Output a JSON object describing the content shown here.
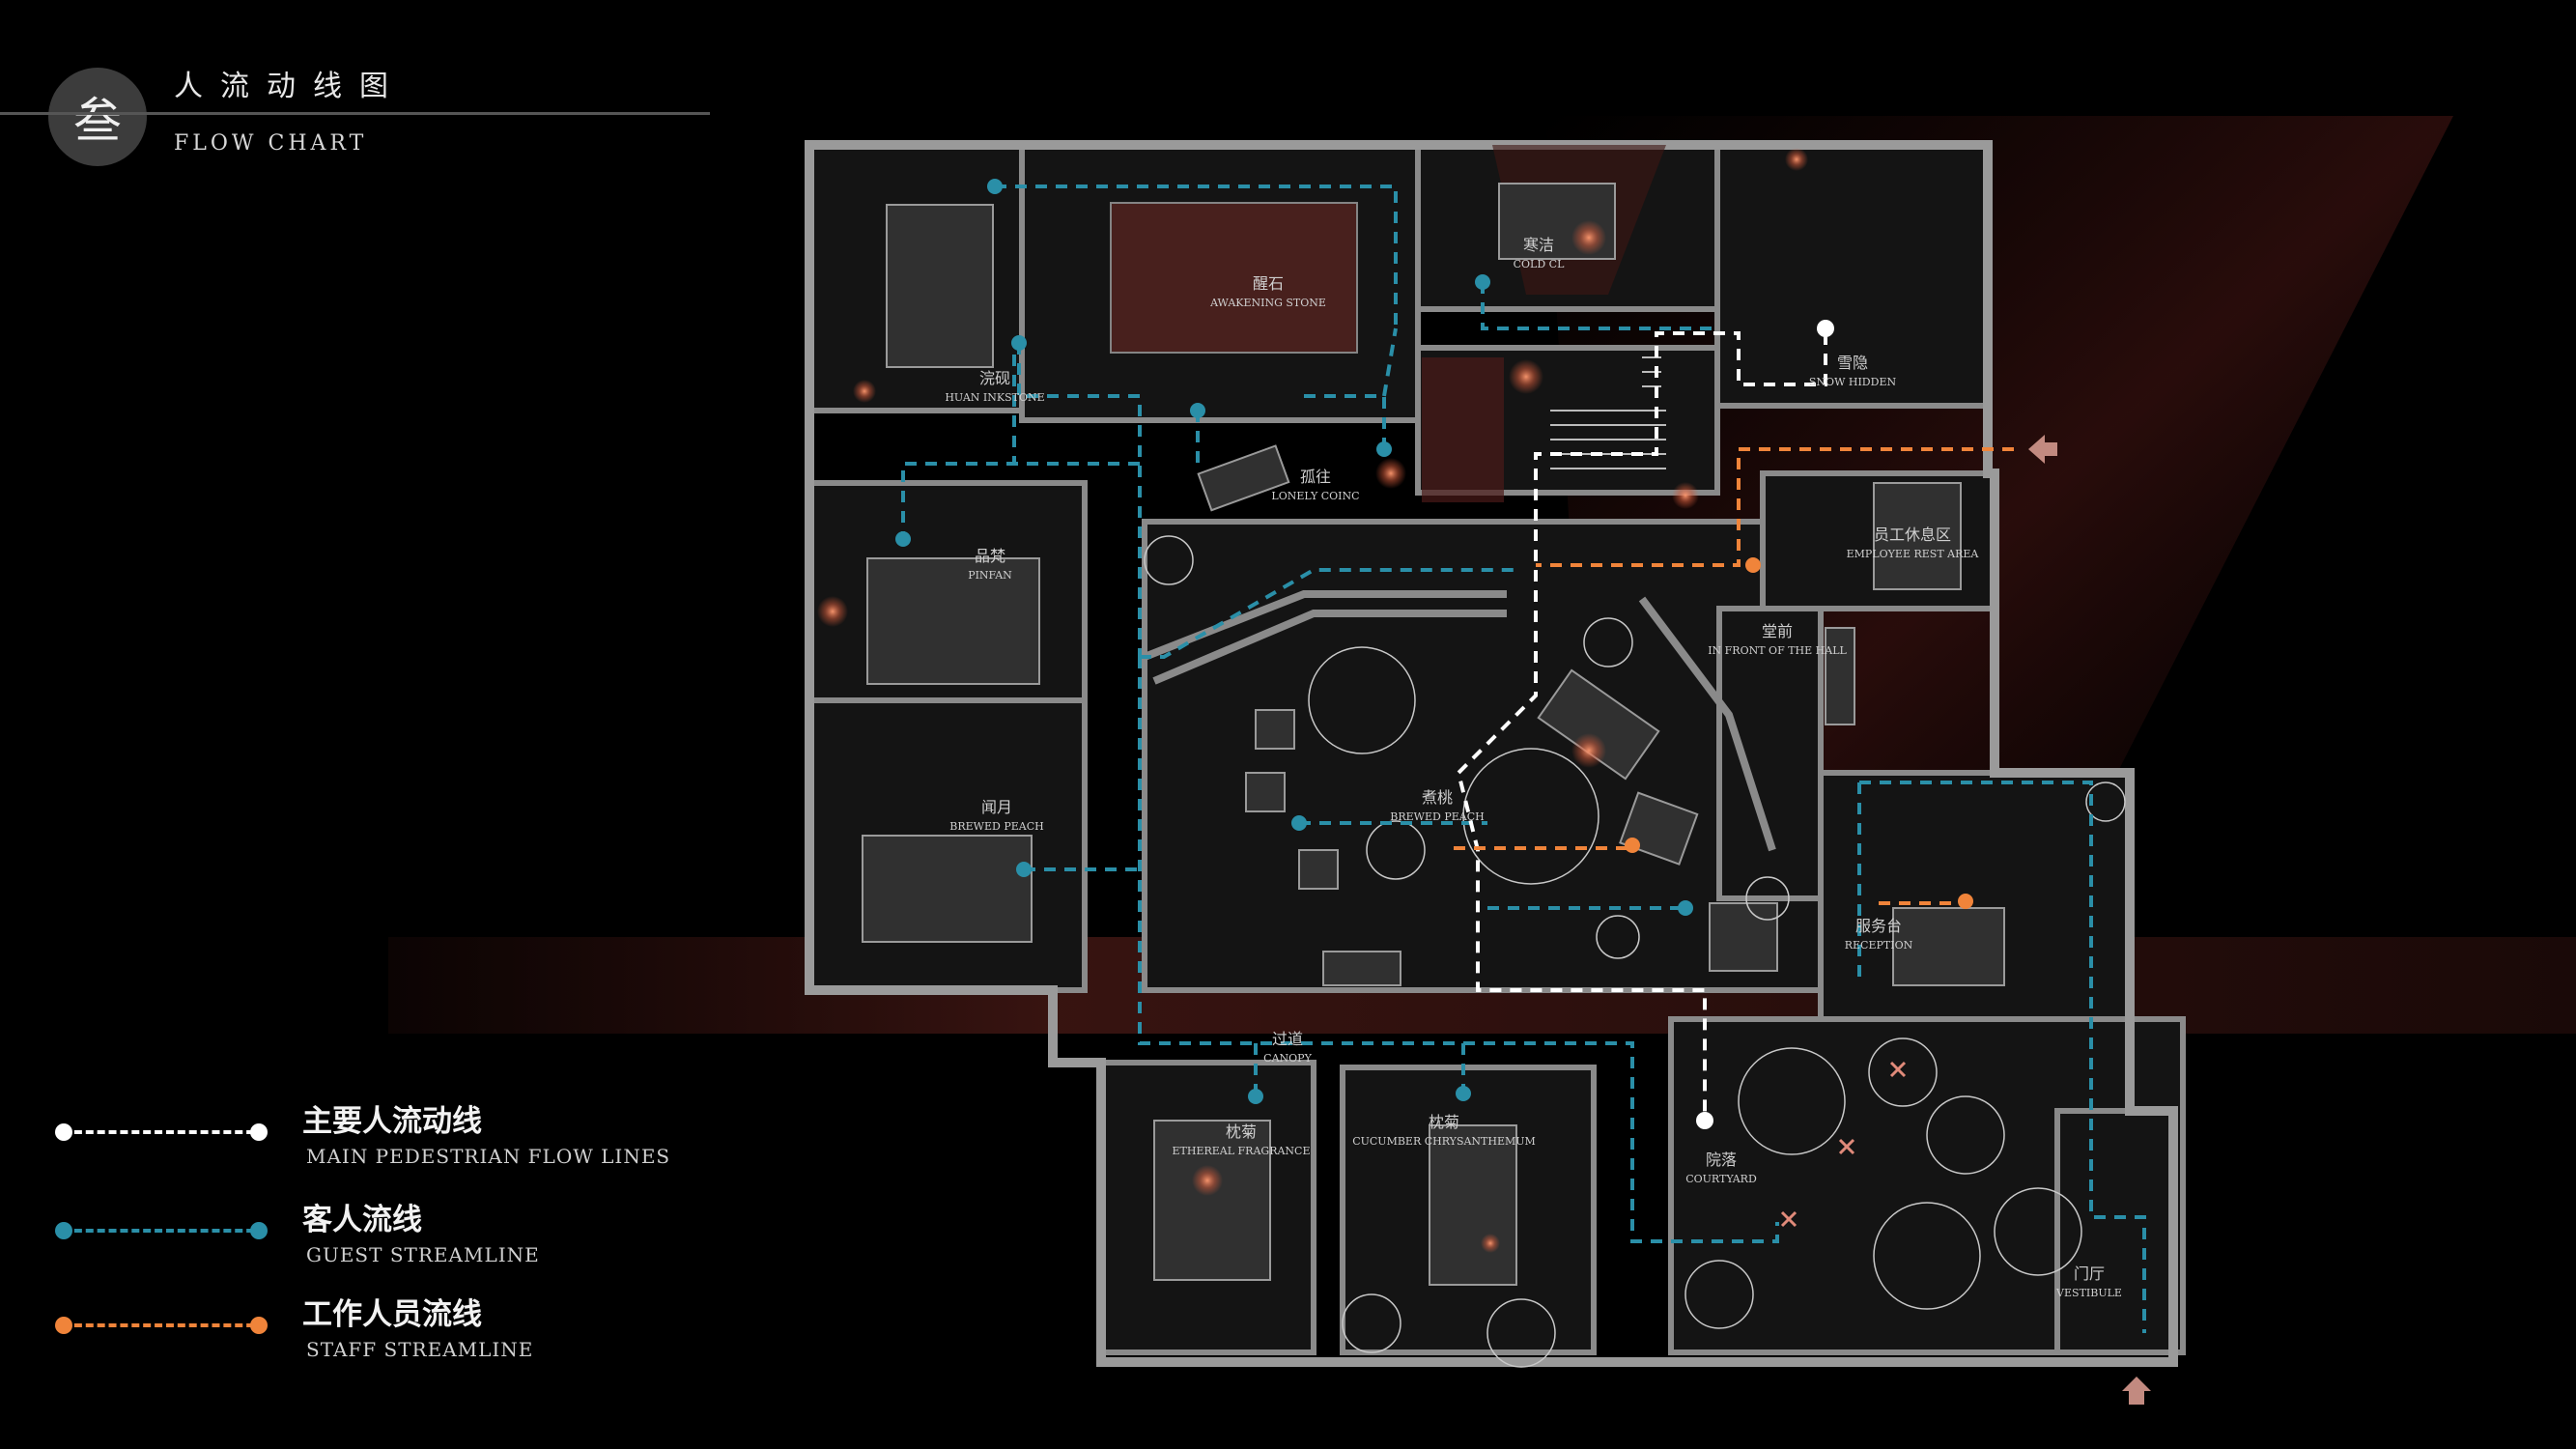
{
  "header": {
    "badge": "叁",
    "title_cn": "人流动线图",
    "title_en": "FLOW CHART"
  },
  "legend": [
    {
      "id": "main",
      "cn": "主要人流动线",
      "en": "MAIN PEDESTRIAN FLOW LINES",
      "color": "#ffffff"
    },
    {
      "id": "guest",
      "cn": "客人流线",
      "en": "GUEST STREAMLINE",
      "color": "#2a8fa8"
    },
    {
      "id": "staff",
      "cn": "工作人员流线",
      "en": "STAFF STREAMLINE",
      "color": "#f0843a"
    }
  ],
  "rooms": {
    "awakening_stone": {
      "cn": "醒石",
      "en": "AWAKENING STONE"
    },
    "cold_clean": {
      "cn": "寒洁",
      "en": "COLD CL"
    },
    "huan_inkstone": {
      "cn": "浣砚",
      "en": "HUAN INKSTONE"
    },
    "lonely_coinc": {
      "cn": "孤往",
      "en": "LONELY COINC"
    },
    "snow_hidden": {
      "cn": "雪隐",
      "en": "SNOW HIDDEN"
    },
    "pinfan": {
      "cn": "品梵",
      "en": "PINFAN"
    },
    "employee_rest": {
      "cn": "员工休息区",
      "en": "EMPLOYEE REST AREA"
    },
    "front_hall": {
      "cn": "堂前",
      "en": "IN FRONT OF THE HALL"
    },
    "brewed_peach_1": {
      "cn": "闻月",
      "en": "BREWED PEACH"
    },
    "brewed_peach_2": {
      "cn": "煮桃",
      "en": "BREWED PEACH"
    },
    "reception": {
      "cn": "服务台",
      "en": "RECEPTION"
    },
    "canopy": {
      "cn": "过道",
      "en": "CANOPY"
    },
    "ethereal": {
      "cn": "枕菊",
      "en": "ETHEREAL FRAGRANCE"
    },
    "cucumber": {
      "cn": "枕菊",
      "en": "CUCUMBER CHRYSANTHEMUM"
    },
    "courtyard": {
      "cn": "院落",
      "en": "COURTYARD"
    },
    "vestibule": {
      "cn": "门厅",
      "en": "VESTIBULE"
    }
  },
  "colors": {
    "main_flow": "#ffffff",
    "guest_flow": "#2a8fa8",
    "staff_flow": "#f0843a",
    "wall": "#8a8a8a",
    "accent_red": "#b85a4a"
  },
  "icons": [
    "entry-arrow-icon",
    "exit-arrow-icon",
    "plant-icon",
    "lamp-icon"
  ]
}
